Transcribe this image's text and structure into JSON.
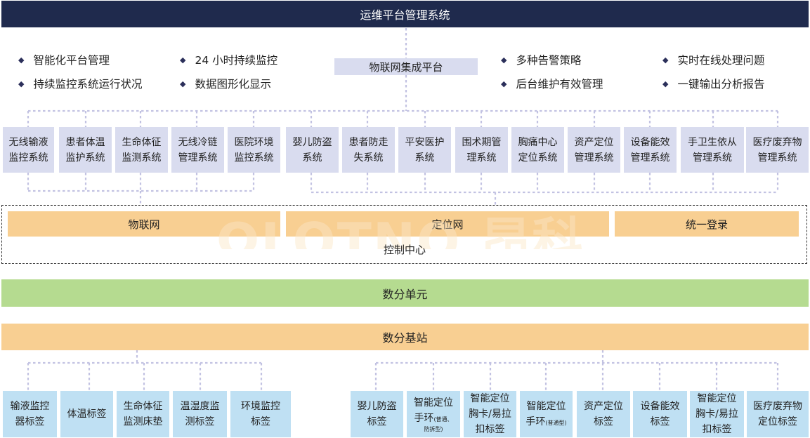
{
  "title": "运维平台管理系统",
  "platform": "物联网集成平台",
  "features_left": [
    [
      "智能化平台管理",
      "24 小时持续监控"
    ],
    [
      "持续监控系统运行状况",
      "数据图形化显示"
    ]
  ],
  "features_right": [
    [
      "多种告警策略",
      "实时在线处理问题"
    ],
    [
      "后台维护有效管理",
      "一键输出分析报告"
    ]
  ],
  "systems": [
    [
      "无线输液",
      "监控系统"
    ],
    [
      "患者体温",
      "监护系统"
    ],
    [
      "生命体征",
      "监测系统"
    ],
    [
      "无线冷链",
      "管理系统"
    ],
    [
      "医院环境",
      "监控系统"
    ],
    [
      "婴儿防盗",
      "系统"
    ],
    [
      "患者防走",
      "失系统"
    ],
    [
      "平安医护",
      "系统"
    ],
    [
      "围术期管",
      "理系统"
    ],
    [
      "胸痛中心",
      "定位系统"
    ],
    [
      "资产定位",
      "管理系统"
    ],
    [
      "设备能效",
      "管理系统"
    ],
    [
      "手卫生依从",
      "管理系统"
    ],
    [
      "医疗废弃物",
      "管理系统"
    ]
  ],
  "control": {
    "bars": [
      "物联网",
      "定位网",
      "统一登录"
    ],
    "label": "控制中心",
    "watermark": "ΩLOTNO 昂科"
  },
  "data_unit": "数分单元",
  "data_station": "数分基站",
  "tags": [
    {
      "l1": "输液监控",
      "l2": "器标签"
    },
    {
      "l1": "体温标签"
    },
    {
      "l1": "生命体征",
      "l2": "监测床垫"
    },
    {
      "l1": "温湿度监",
      "l2": "测标签"
    },
    {
      "l1": "环境监控",
      "l2": "标签"
    },
    {
      "l1": "婴儿防盗",
      "l2": "标签"
    },
    {
      "l1": "智能定位",
      "l2": "手环",
      "l2_small": "(普通、",
      "l3_small": "防拆型)"
    },
    {
      "l1": "智能定位",
      "l2": "胸卡/易拉",
      "l3": "扣标签"
    },
    {
      "l1": "智能定位",
      "l2": "手环",
      "l2_small": "(普通型)"
    },
    {
      "l1": "资产定位",
      "l2": "标签"
    },
    {
      "l1": "设备能效",
      "l2": "标签"
    },
    {
      "l1": "智能定位",
      "l2": "胸卡/易拉",
      "l3": "扣标签"
    },
    {
      "l1": "医疗废弃物",
      "l2": "定位标签"
    }
  ]
}
